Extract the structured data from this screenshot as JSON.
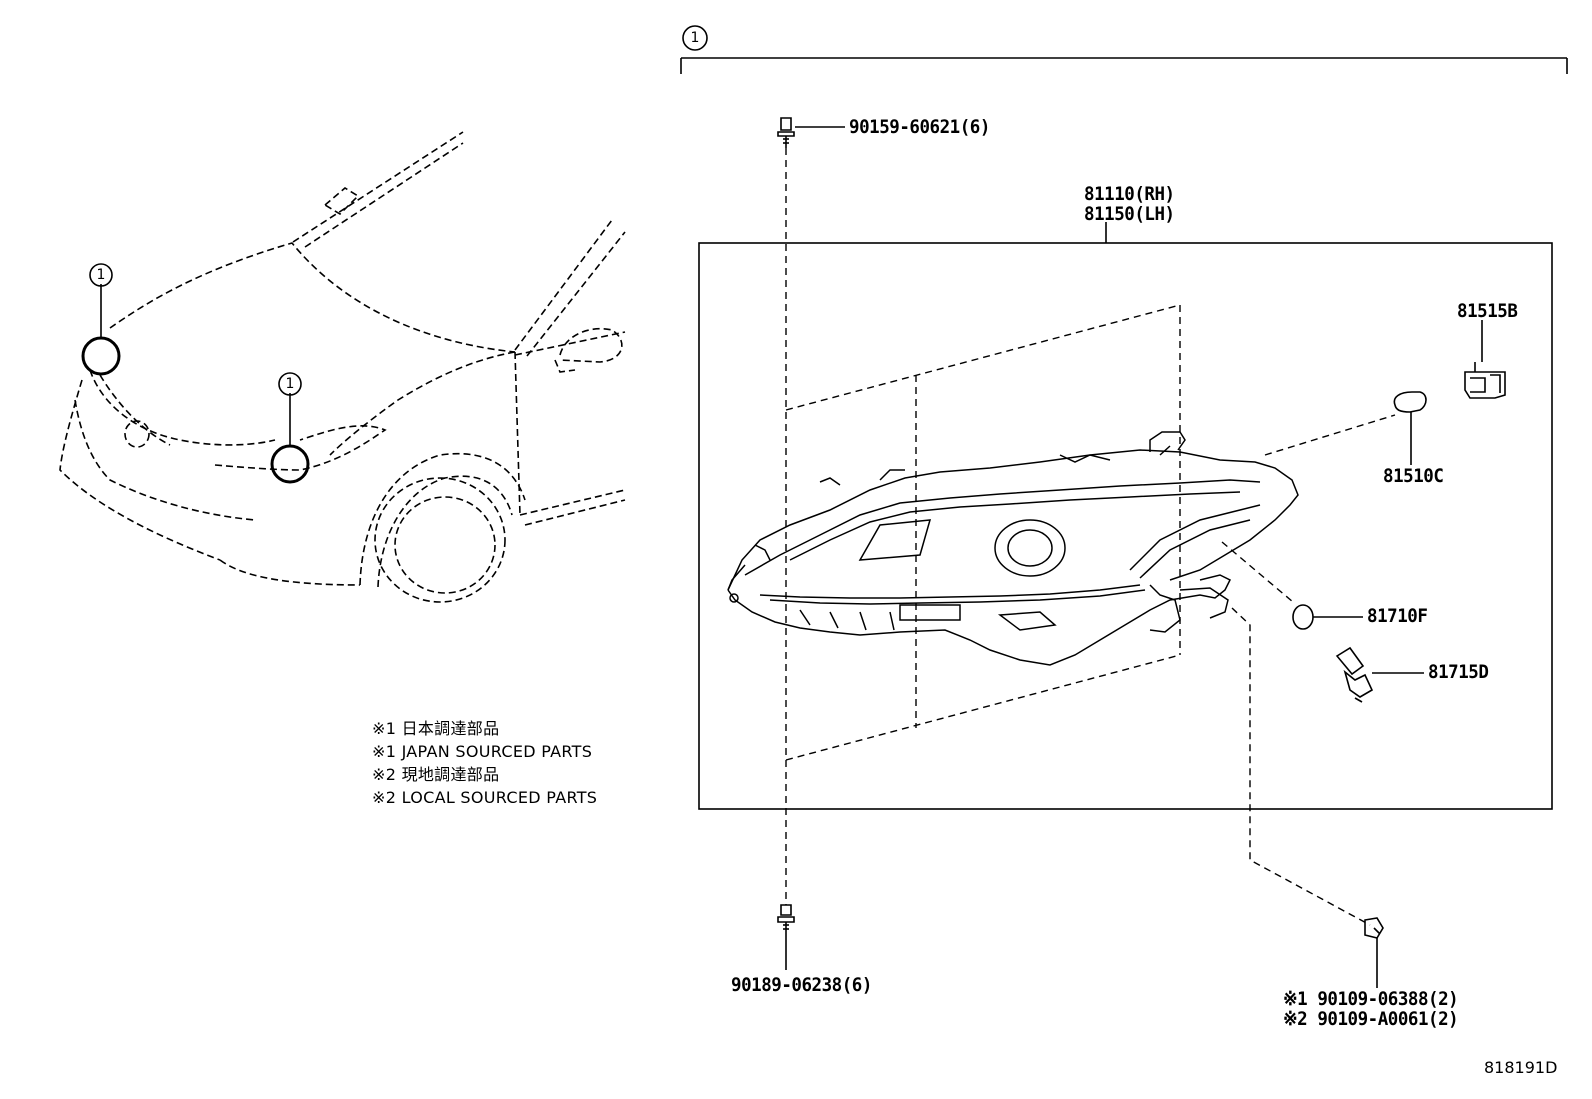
{
  "callout": "1",
  "notes": [
    "※1 日本調達部品",
    "※1 JAPAN SOURCED PARTS",
    "※2 現地調達部品",
    "※2 LOCAL SOURCED PARTS"
  ],
  "parts": {
    "bolt_top": "90159-60621(6)",
    "headlamp_rh": "81110(RH)",
    "headlamp_lh": "81150(LH)",
    "socket": "81515B",
    "bulb_81510": "81510C",
    "bulb_81710": "81710F",
    "bulb_81715": "81715D",
    "bolt_bottom": "90189-06238(6)",
    "screw_jp": "※1 90109-06388(2)",
    "screw_local": "※2 90109-A0061(2)"
  },
  "diagram_code": "818191D"
}
